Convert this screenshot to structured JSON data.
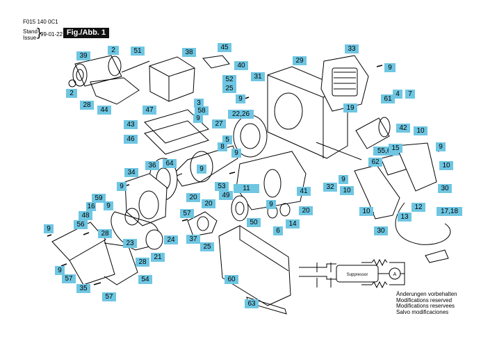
{
  "header": {
    "code": "F015 140 0C1",
    "stand": "Stand",
    "issue": "Issue",
    "date": "99-01-22",
    "figure": "Fig./Abb. 1"
  },
  "circuit": {
    "label": "Suppressor",
    "meter": "A"
  },
  "notice": [
    "Änderungen vorbehalten",
    "Modifications reserved",
    "Modifications reservees",
    "Salvo modificaciones"
  ],
  "parts": [
    {
      "id": "p01",
      "text": "2"
    },
    {
      "id": "p02",
      "text": "39"
    },
    {
      "id": "p03",
      "text": "51"
    },
    {
      "id": "p04",
      "text": "38"
    },
    {
      "id": "p05",
      "text": "45"
    },
    {
      "id": "p06",
      "text": "40"
    },
    {
      "id": "p07",
      "text": "29"
    },
    {
      "id": "p08",
      "text": "33"
    },
    {
      "id": "p09",
      "text": "9"
    },
    {
      "id": "p10",
      "text": "2"
    },
    {
      "id": "p11",
      "text": "28"
    },
    {
      "id": "p12",
      "text": "44"
    },
    {
      "id": "p13",
      "text": "52"
    },
    {
      "id": "p14",
      "text": "25"
    },
    {
      "id": "p15",
      "text": "31"
    },
    {
      "id": "p16",
      "text": "4"
    },
    {
      "id": "p17",
      "text": "7"
    },
    {
      "id": "p18",
      "text": "61"
    },
    {
      "id": "p19",
      "text": "3"
    },
    {
      "id": "p20",
      "text": "58"
    },
    {
      "id": "p21",
      "text": "47"
    },
    {
      "id": "p22",
      "text": "9"
    },
    {
      "id": "p23",
      "text": "9"
    },
    {
      "id": "p24",
      "text": "19"
    },
    {
      "id": "p25",
      "text": "22,26"
    },
    {
      "id": "p26",
      "text": "43"
    },
    {
      "id": "p27",
      "text": "27"
    },
    {
      "id": "p28",
      "text": "42"
    },
    {
      "id": "p29",
      "text": "10"
    },
    {
      "id": "p30",
      "text": "46"
    },
    {
      "id": "p31",
      "text": "5"
    },
    {
      "id": "p32",
      "text": "8"
    },
    {
      "id": "p33",
      "text": "9"
    },
    {
      "id": "p34",
      "text": "55,65"
    },
    {
      "id": "p35",
      "text": "15"
    },
    {
      "id": "p36",
      "text": "9"
    },
    {
      "id": "p37",
      "text": "64"
    },
    {
      "id": "p38",
      "text": "62"
    },
    {
      "id": "p39",
      "text": "10"
    },
    {
      "id": "p40",
      "text": "34"
    },
    {
      "id": "p41",
      "text": "36"
    },
    {
      "id": "p42",
      "text": "9"
    },
    {
      "id": "p43",
      "text": "32"
    },
    {
      "id": "p44",
      "text": "9"
    },
    {
      "id": "p45",
      "text": "10"
    },
    {
      "id": "p46",
      "text": "30"
    },
    {
      "id": "p47",
      "text": "9"
    },
    {
      "id": "p48",
      "text": "53"
    },
    {
      "id": "p49",
      "text": "11"
    },
    {
      "id": "p50",
      "text": "41"
    },
    {
      "id": "p51",
      "text": "49"
    },
    {
      "id": "p52",
      "text": "20"
    },
    {
      "id": "p53",
      "text": "12"
    },
    {
      "id": "p54",
      "text": "59"
    },
    {
      "id": "p55",
      "text": "16"
    },
    {
      "id": "p56",
      "text": "9"
    },
    {
      "id": "p57",
      "text": "20"
    },
    {
      "id": "p58",
      "text": "9"
    },
    {
      "id": "p59",
      "text": "20"
    },
    {
      "id": "p60",
      "text": "48"
    },
    {
      "id": "p61",
      "text": "57"
    },
    {
      "id": "p62",
      "text": "10"
    },
    {
      "id": "p63",
      "text": "17,18"
    },
    {
      "id": "p64",
      "text": "56"
    },
    {
      "id": "p65",
      "text": "50"
    },
    {
      "id": "p66",
      "text": "6"
    },
    {
      "id": "p67",
      "text": "14"
    },
    {
      "id": "p68",
      "text": "13"
    },
    {
      "id": "p69",
      "text": "30"
    },
    {
      "id": "p70",
      "text": "9"
    },
    {
      "id": "p71",
      "text": "28"
    },
    {
      "id": "p72",
      "text": "37"
    },
    {
      "id": "p73",
      "text": "24"
    },
    {
      "id": "p74",
      "text": "23"
    },
    {
      "id": "p75",
      "text": "25"
    },
    {
      "id": "p76",
      "text": "21"
    },
    {
      "id": "p77",
      "text": "9"
    },
    {
      "id": "p78",
      "text": "28"
    },
    {
      "id": "p79",
      "text": "57"
    },
    {
      "id": "p80",
      "text": "54"
    },
    {
      "id": "p81",
      "text": "35"
    },
    {
      "id": "p82",
      "text": "60"
    },
    {
      "id": "p83",
      "text": "57"
    },
    {
      "id": "p84",
      "text": "63"
    }
  ]
}
